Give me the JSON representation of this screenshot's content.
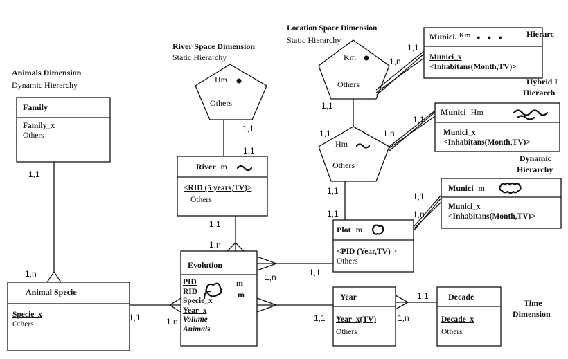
{
  "animals_dimension": {
    "title": "Animals Dimension",
    "subtitle": "Dynamic Hierarchy"
  },
  "river_space_dimension": {
    "title": "River Space Dimension",
    "subtitle": "Static Hierarchy"
  },
  "location_space_dimension": {
    "title": "Location Space Dimension",
    "subtitle": "Static Hierarchy"
  },
  "time_dimension": {
    "title": "Time",
    "title2": "Dimension"
  },
  "hierarchy_labels": {
    "hierarchy_top": "Hierarc",
    "hybrid_1": "Hybrid I",
    "hybrid_2": "Hierarch",
    "dynamic_1": "Dynamic",
    "dynamic_2": "Hierarchy"
  },
  "family": {
    "title": "Family",
    "attr": "Family_x",
    "others": "Others"
  },
  "animal_specie": {
    "title": "Animal Specie",
    "attr": "Specie_x",
    "others": "Others"
  },
  "river_penta": {
    "unit": "Hm",
    "others": "Others"
  },
  "river": {
    "title": "River",
    "unit": "m",
    "attr": "<RID (5 years,TV)>",
    "others": "Others"
  },
  "evolution": {
    "title": "Evolution",
    "pid": "PID",
    "rid": "RID",
    "specie": "Specie_x",
    "year": "Year_x",
    "m1": "m",
    "m2": "m",
    "volume": "Volume",
    "animals": "Animals"
  },
  "loc_penta_top": {
    "unit": "Km",
    "others": "Others"
  },
  "loc_penta_mid": {
    "unit": "Hm",
    "others": "Others"
  },
  "municipality_top": {
    "title": "Munici.",
    "unit": "Km",
    "icons": "● ● ●",
    "attr": "Munici_x",
    "attr2": "<Inhabitans(Month,TV)>"
  },
  "municipality_mid": {
    "title": "Munici",
    "unit": "Hm",
    "attr": "Munici_x",
    "attr2": "<Inhabitans(Month,TV)>"
  },
  "municipality_bot": {
    "title": "Munici",
    "unit": "m",
    "attr": "Munici_x",
    "attr2": "<Inhabitans(Month,TV)>"
  },
  "plot": {
    "title": "Plot",
    "unit": "m",
    "attr": "<PID (Year,TV) >",
    "others": "Others"
  },
  "year": {
    "title": "Year",
    "attr": "Year_x(TV)",
    "others": "Others"
  },
  "decade": {
    "title": "Decade",
    "attr": "Decade_x",
    "others": "Others"
  },
  "cardinalities": {
    "family_animal": "1,1",
    "animal_family": "1,n",
    "animal_evol": "1,1",
    "evol_animal": "1,n",
    "rpenta_river_a": "1,1",
    "rpenta_river_b": "1,1",
    "river_evol_a": "1,1",
    "river_evol_b": "1,n",
    "evol_plot_a": "1,n",
    "evol_plot_b": "1,1",
    "evol_year_a": "1,1",
    "year_decade_a": "1,n",
    "year_decade_b": "1,1",
    "loc_top_1": "1,1",
    "loc_top_2": "1,n",
    "loc_top_3": "1,1",
    "loc_mid_1": "1,1",
    "loc_mid_2": "1,n",
    "loc_mid_3": "1,1",
    "loc_mid_4": "1,1",
    "plot_1": "1,1",
    "plot_2": "1,1",
    "plot_3": "1,n"
  }
}
